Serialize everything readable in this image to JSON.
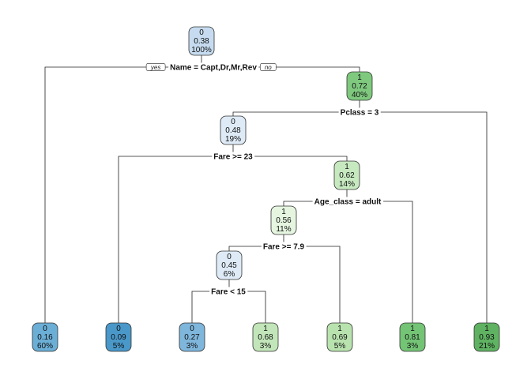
{
  "tree": {
    "nodes": [
      {
        "id": "root",
        "class": "0",
        "prob": "0.38",
        "pct": "100%",
        "color": "#c6dbef"
      },
      {
        "id": "n_right1",
        "class": "1",
        "prob": "0.72",
        "pct": "40%",
        "color": "#7fc97f"
      },
      {
        "id": "n_pclass_left",
        "class": "0",
        "prob": "0.48",
        "pct": "19%",
        "color": "#deebf7"
      },
      {
        "id": "n_fare23_right",
        "class": "1",
        "prob": "0.62",
        "pct": "14%",
        "color": "#c7e9c0"
      },
      {
        "id": "n_age_left",
        "class": "1",
        "prob": "0.56",
        "pct": "11%",
        "color": "#e5f5e0"
      },
      {
        "id": "n_fare79_left",
        "class": "0",
        "prob": "0.45",
        "pct": "6%",
        "color": "#deebf7"
      },
      {
        "id": "leaf1",
        "class": "0",
        "prob": "0.16",
        "pct": "60%",
        "color": "#6baed6"
      },
      {
        "id": "leaf2",
        "class": "0",
        "prob": "0.09",
        "pct": "5%",
        "color": "#4a98c9"
      },
      {
        "id": "leaf3",
        "class": "0",
        "prob": "0.27",
        "pct": "3%",
        "color": "#7fb6db"
      },
      {
        "id": "leaf4",
        "class": "1",
        "prob": "0.68",
        "pct": "3%",
        "color": "#c2e6b9"
      },
      {
        "id": "leaf5",
        "class": "1",
        "prob": "0.69",
        "pct": "5%",
        "color": "#b9e3ae"
      },
      {
        "id": "leaf6",
        "class": "1",
        "prob": "0.81",
        "pct": "3%",
        "color": "#74c476"
      },
      {
        "id": "leaf7",
        "class": "1",
        "prob": "0.93",
        "pct": "21%",
        "color": "#5fb261"
      }
    ],
    "splits": [
      {
        "id": "s_name",
        "label": "Name = Capt,Dr,Mr,Rev"
      },
      {
        "id": "s_pclass",
        "label": "Pclass = 3"
      },
      {
        "id": "s_fare23",
        "label": "Fare >= 23"
      },
      {
        "id": "s_age",
        "label": "Age_class = adult"
      },
      {
        "id": "s_fare79",
        "label": "Fare >= 7.9"
      },
      {
        "id": "s_fare15",
        "label": "Fare < 15"
      }
    ],
    "yes_label": "yes",
    "no_label": "no"
  }
}
